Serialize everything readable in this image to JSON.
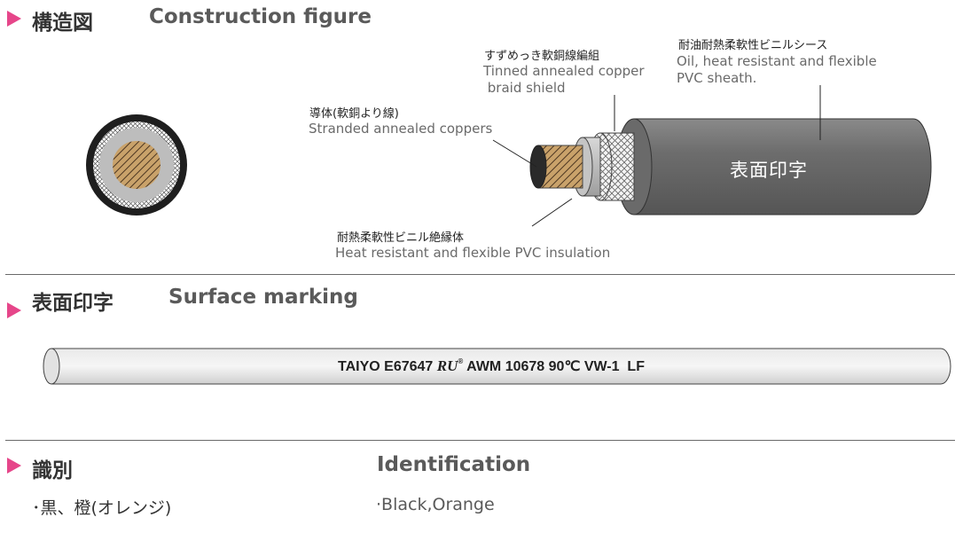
{
  "construction": {
    "heading_jp": "構造図",
    "heading_en": "Construction figure",
    "labels": {
      "shield_jp": "すずめっき軟銅線編組",
      "shield_en_1": "Tinned annealed copper",
      "shield_en_2": " braid shield",
      "sheath_jp": "耐油耐熱柔軟性ビニルシース",
      "sheath_en_1": "Oil, heat resistant and flexible",
      "sheath_en_2": "PVC sheath.",
      "conductor_jp": "導体(軟銅より線)",
      "conductor_en": "Stranded annealed coppers",
      "insulation_jp": "耐熱柔軟性ビニル絶縁体",
      "insulation_en": "Heat resistant and flexible PVC insulation",
      "sheath_print": "表面印字"
    }
  },
  "surface": {
    "heading_jp": "表面印字",
    "heading_en": "Surface marking",
    "marking_part1": "TAIYO E67647",
    "ul_logo_text": "RU",
    "marking_part2": "AWM 10678 90℃ VW-1  LF"
  },
  "identification": {
    "heading_jp": "識別",
    "heading_en": "Identification",
    "value_jp": "･黒、橙(オレンジ)",
    "value_en": "·Black,Orange"
  },
  "colors": {
    "accent": "#e6468a",
    "sheath": "#6d6d6d",
    "insulation": "#bdbdbd",
    "copper": "#c9a26a"
  }
}
